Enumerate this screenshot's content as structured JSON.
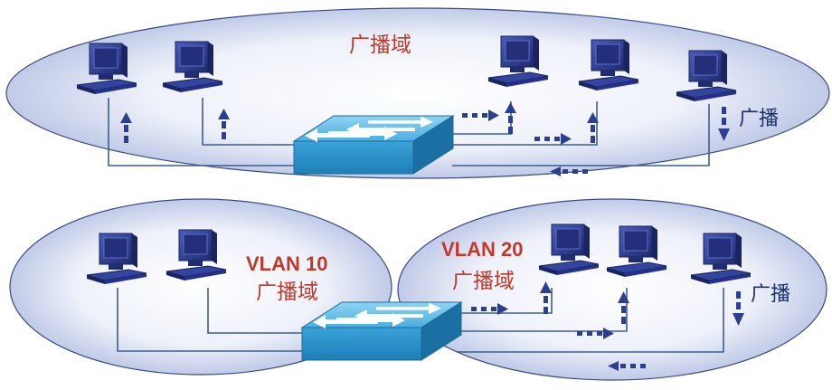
{
  "diagram": {
    "top": {
      "domain_label": "广播域",
      "broadcast_label": "广播"
    },
    "bottom": {
      "vlan10": {
        "name": "VLAN 10",
        "domain_label": "广播域"
      },
      "vlan20": {
        "name": "VLAN 20",
        "domain_label": "广播域"
      },
      "broadcast_label": "广播"
    }
  },
  "colors": {
    "domain_fill_edge": "#b9c4e6",
    "domain_fill_center": "#ffffff",
    "link_line": "#3d5d93",
    "arrow": "#2c3e8f",
    "switch_top": "#5ab8e6",
    "switch_side": "#2f8fc4",
    "computer": "#2b3a8c",
    "label_red": "#c0392b",
    "label_blue": "#1a2f6e"
  },
  "icons": [
    "computer-icon",
    "switch-icon",
    "arrow-icon"
  ]
}
